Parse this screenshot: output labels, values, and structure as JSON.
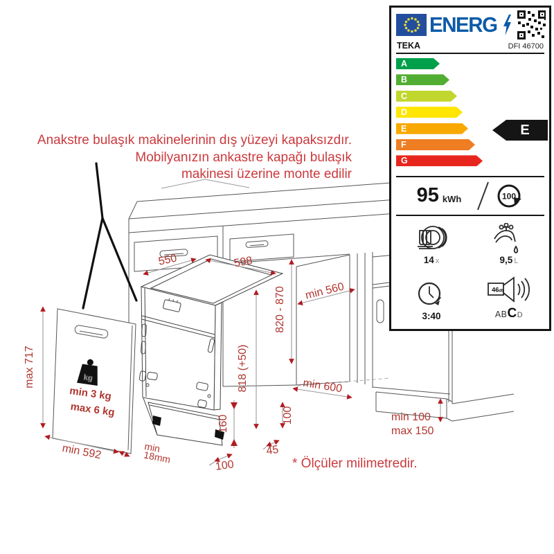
{
  "note": {
    "line1": "Anakstre bulaşık makinelerinin dış yüzeyi kapaksızdır.",
    "line2": "Mobilyanızın ankastre kapağı bulaşık",
    "line3": "makinesi üzerine monte edilir"
  },
  "footnote": "* Ölçüler milimetredir.",
  "colors": {
    "dimension_red": "#b0362f",
    "arrow_red": "#b11b20",
    "note_red": "#cb3a3e",
    "line_gray": "#4d4d4d",
    "label_blue": "#0d5ba8"
  },
  "dimensions": {
    "top_depth": "550",
    "niche_width": "598",
    "niche_depth": "min 560",
    "niche_height": "820 - 870",
    "dw_height": "818 (+50)",
    "plinth_height": "160",
    "base_gap": "100",
    "foot_depth": "45",
    "foot_front": "100",
    "floor_depth": "min 600",
    "right_plinth_min": "min 100",
    "right_plinth_max": "max 150",
    "panel_height": "max 717",
    "panel_width": "min 592",
    "panel_thickness_line1": "min",
    "panel_thickness_line2": "18mm",
    "door_weight_min": "min 3 kg",
    "door_weight_max": "max 6 kg",
    "kg_icon_label": "kg"
  },
  "energy_label": {
    "header": {
      "energ_text": "ENERG",
      "brand": "TEKA",
      "model": "DFI 46700"
    },
    "bands": [
      {
        "letter": "A",
        "color": "#00a04a"
      },
      {
        "letter": "B",
        "color": "#52ae32"
      },
      {
        "letter": "C",
        "color": "#c2d72e"
      },
      {
        "letter": "D",
        "color": "#ffe500"
      },
      {
        "letter": "E",
        "color": "#f9a800"
      },
      {
        "letter": "F",
        "color": "#ef7d22"
      },
      {
        "letter": "G",
        "color": "#e8251d"
      }
    ],
    "rating": "E",
    "energy": {
      "value": "95",
      "unit": "kWh",
      "cycles": "100"
    },
    "capacity": {
      "value": "14",
      "unit": "x"
    },
    "water": {
      "value": "9,5",
      "unit": "L"
    },
    "duration": "3:40",
    "noise": {
      "value": "46",
      "unit": "db",
      "class_before": "AB",
      "class_current": "C",
      "class_after": "D"
    }
  }
}
